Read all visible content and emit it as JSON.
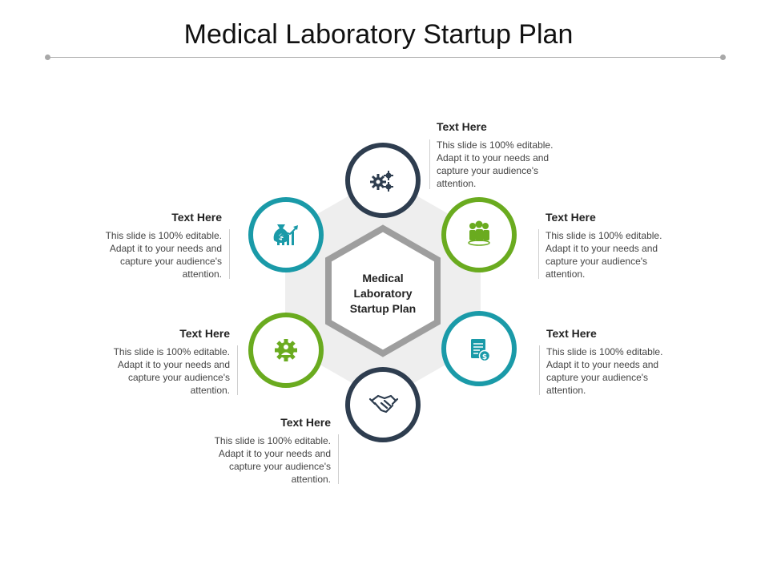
{
  "slide": {
    "title": "Medical Laboratory Startup Plan",
    "center_label": "Medical Laboratory Startup Plan"
  },
  "colors": {
    "navy": "#2e3d4f",
    "green": "#6aab1f",
    "teal": "#1a9aa8",
    "hexagon_stroke": "#9e9e9e",
    "background_hexagon": "#eeeeee"
  },
  "nodes": [
    {
      "id": "top",
      "color": "navy",
      "icon": "gears-icon",
      "heading": "Text Here",
      "body": "This slide is 100% editable. Adapt it to your needs and capture your audience's attention."
    },
    {
      "id": "upper-right",
      "color": "green",
      "icon": "team-icon",
      "heading": "Text Here",
      "body": "This slide is 100% editable. Adapt it to your needs and capture your audience's attention."
    },
    {
      "id": "lower-right",
      "color": "teal",
      "icon": "invoice-dollar-icon",
      "heading": "Text Here",
      "body": "This slide is 100% editable. Adapt it to your needs and capture your audience's attention."
    },
    {
      "id": "bottom",
      "color": "navy",
      "icon": "handshake-icon",
      "heading": "Text Here",
      "body": "This slide is 100% editable. Adapt it to your needs and capture your audience's attention."
    },
    {
      "id": "lower-left",
      "color": "green",
      "icon": "gear-person-icon",
      "heading": "Text Here",
      "body": "This slide is 100% editable. Adapt it to your needs and capture your audience's attention."
    },
    {
      "id": "upper-left",
      "color": "teal",
      "icon": "money-growth-icon",
      "heading": "Text Here",
      "body": "This slide is 100% editable. Adapt it to your needs and capture your audience's attention."
    }
  ]
}
